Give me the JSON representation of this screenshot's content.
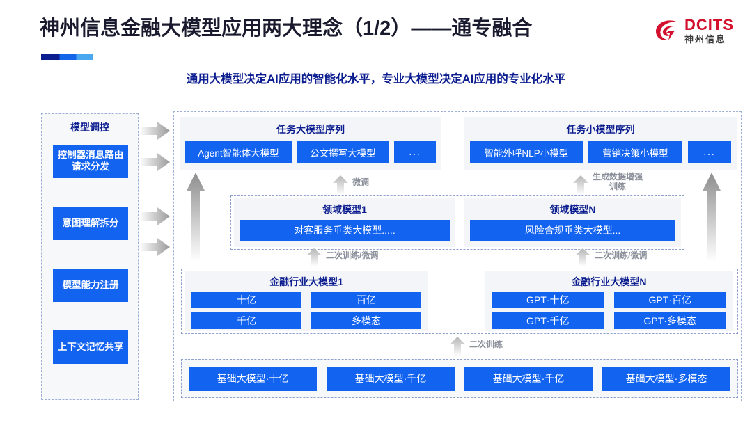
{
  "header": {
    "title": "神州信息金融大模型应用两大理念（1/2）——通专融合",
    "subtitle": "通用大模型决定AI应用的智能化水平，专业大模型决定AI应用的专业化水平",
    "logo_en": "DCITS",
    "logo_cn": "神州信息",
    "brand_red": "#d3102e",
    "brand_blue": "#0b1d8f",
    "accent_blue": "#1263f0"
  },
  "left_panel": {
    "title": "模型调控",
    "items": [
      {
        "label": "控制器消息路由请求分发"
      },
      {
        "label": "意图理解拆分"
      },
      {
        "label": "模型能力注册"
      },
      {
        "label": "上下文记忆共享"
      }
    ]
  },
  "task_sequences": [
    {
      "title": "任务大模型序列",
      "chips": [
        "Agent智能体大模型",
        "公文撰写大模型",
        "..."
      ]
    },
    {
      "title": "任务小模型序列",
      "chips": [
        "智能外呼NLP小模型",
        "营销决策小模型",
        "..."
      ]
    }
  ],
  "domain_models": [
    {
      "title": "领域模型1",
      "bar": "对客服务垂类大模型....."
    },
    {
      "title": "领域模型N",
      "bar": "风险合规垂类大模型..."
    }
  ],
  "industry_models": [
    {
      "title": "金融行业大模型1",
      "boxes": [
        "十亿",
        "百亿",
        "千亿",
        "多模态"
      ]
    },
    {
      "title": "金融行业大模型N",
      "boxes": [
        "GPT·十亿",
        "GPT·百亿",
        "GPT·千亿",
        "GPT·多模态"
      ]
    }
  ],
  "base_models": [
    "基础大模型·十亿",
    "基础大模型·千亿",
    "基础大模型·千亿",
    "基础大模型·多模态"
  ],
  "flow_labels": {
    "finetune": "微调",
    "data_aug": "生成数据增强\n训练",
    "data_aug_line1": "生成数据增强",
    "data_aug_line2": "训练",
    "retrain_finetune_left": "二次训练/微调",
    "retrain_finetune_right": "二次训练/微调",
    "retrain": "二次训练"
  }
}
